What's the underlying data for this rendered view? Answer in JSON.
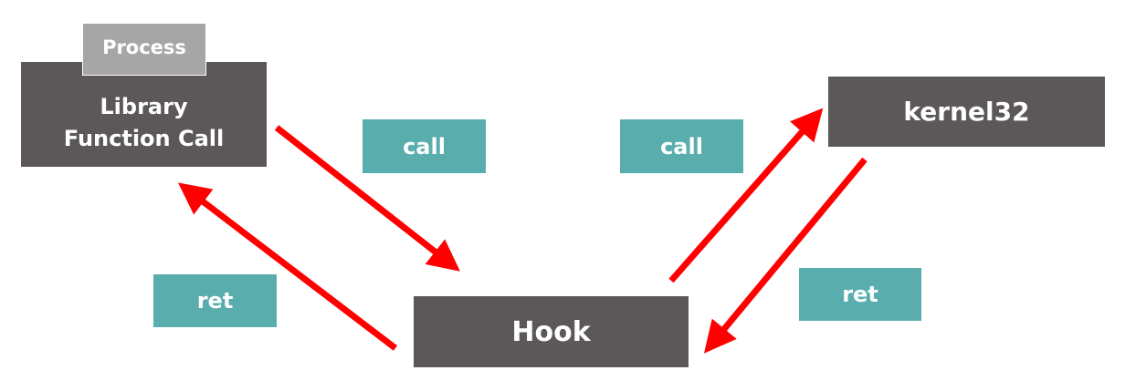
{
  "process": {
    "tab_label": "Process",
    "box_label": "Library\nFunction Call"
  },
  "kernel": {
    "label": "kernel32"
  },
  "hook": {
    "label": "Hook"
  },
  "labels": {
    "call_left": "call",
    "call_right": "call",
    "ret_left": "ret",
    "ret_right": "ret"
  },
  "colors": {
    "box_dark": "#5c5859",
    "tab_gray": "#a6a6a6",
    "label_teal": "#59adad",
    "arrow_red": "#ff0000",
    "text": "#ffffff"
  }
}
